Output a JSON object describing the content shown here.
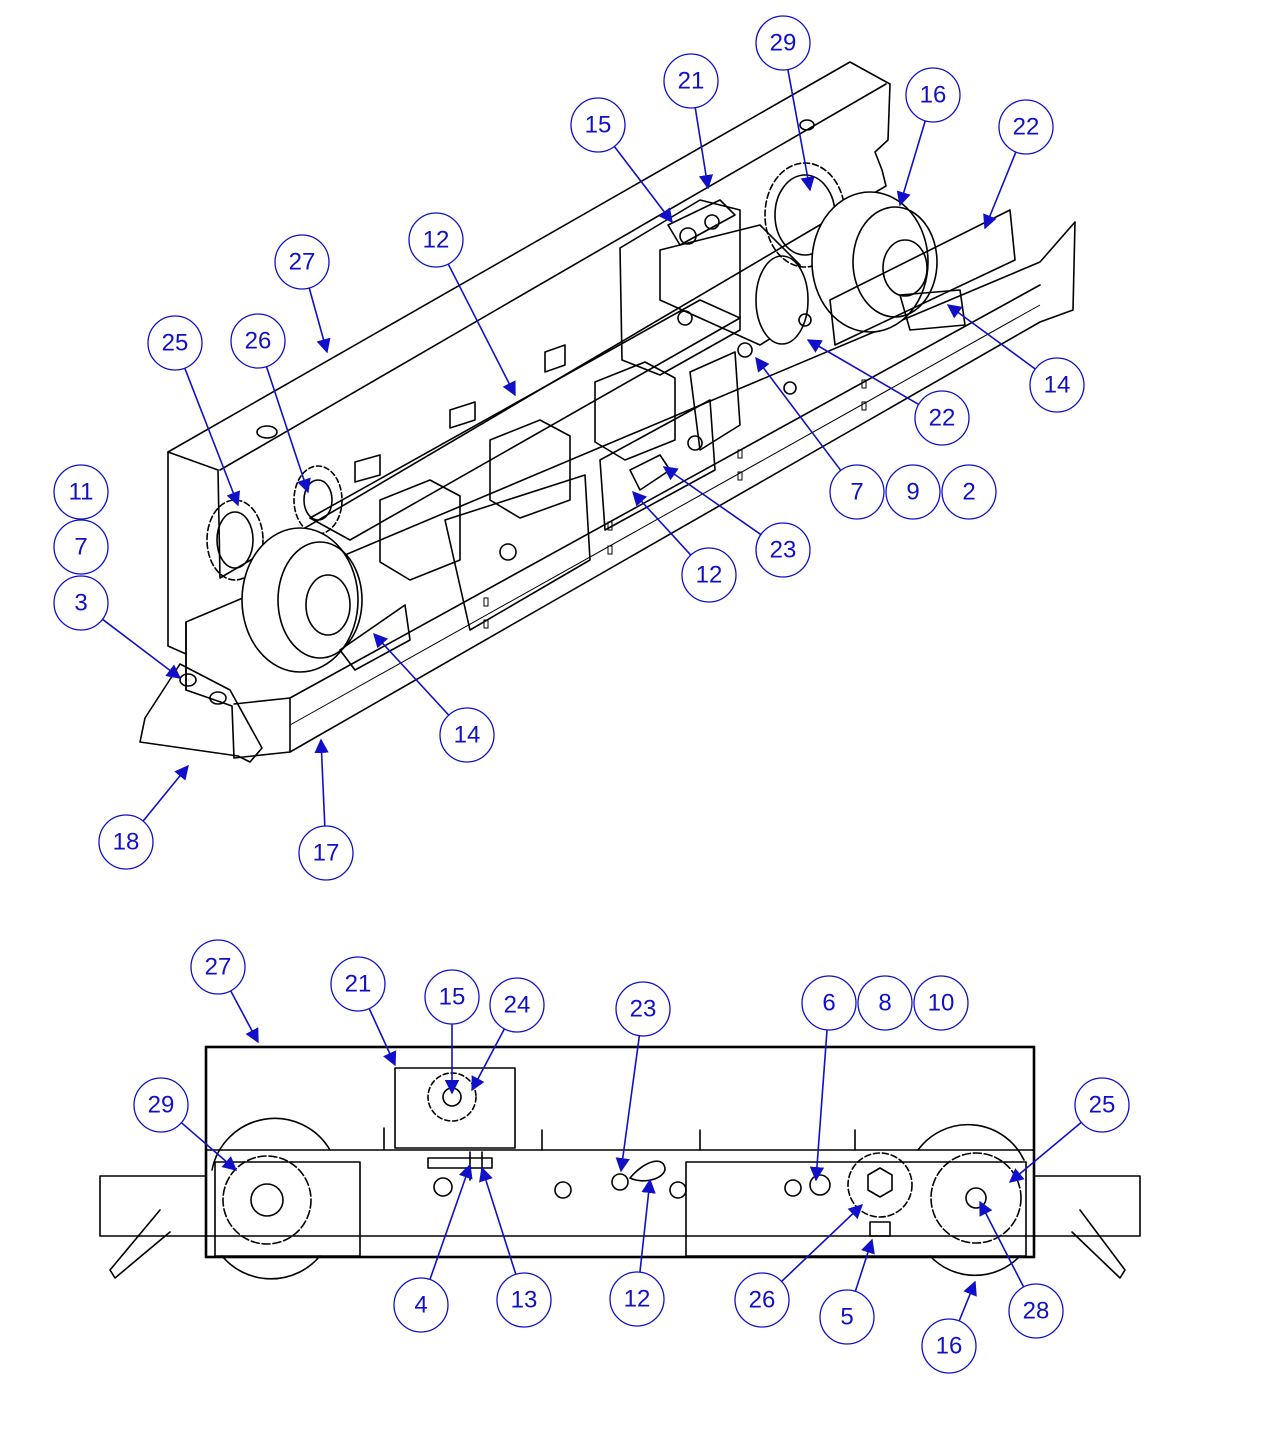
{
  "figure": {
    "iso_view": {
      "callouts": [
        {
          "id": "c-iso-29",
          "label": "29"
        },
        {
          "id": "c-iso-21",
          "label": "21"
        },
        {
          "id": "c-iso-16",
          "label": "16"
        },
        {
          "id": "c-iso-15",
          "label": "15"
        },
        {
          "id": "c-iso-22a",
          "label": "22"
        },
        {
          "id": "c-iso-12a",
          "label": "12"
        },
        {
          "id": "c-iso-27",
          "label": "27"
        },
        {
          "id": "c-iso-25",
          "label": "25"
        },
        {
          "id": "c-iso-26",
          "label": "26"
        },
        {
          "id": "c-iso-14a",
          "label": "14"
        },
        {
          "id": "c-iso-22b",
          "label": "22"
        },
        {
          "id": "c-iso-11",
          "label": "11"
        },
        {
          "id": "c-iso-7a",
          "label": "7"
        },
        {
          "id": "c-iso-7b",
          "label": "7"
        },
        {
          "id": "c-iso-9",
          "label": "9"
        },
        {
          "id": "c-iso-2",
          "label": "2"
        },
        {
          "id": "c-iso-3",
          "label": "3"
        },
        {
          "id": "c-iso-23",
          "label": "23"
        },
        {
          "id": "c-iso-12b",
          "label": "12"
        },
        {
          "id": "c-iso-14b",
          "label": "14"
        },
        {
          "id": "c-iso-18",
          "label": "18"
        },
        {
          "id": "c-iso-17",
          "label": "17"
        }
      ]
    },
    "side_view": {
      "callouts": [
        {
          "id": "c-side-27",
          "label": "27"
        },
        {
          "id": "c-side-21",
          "label": "21"
        },
        {
          "id": "c-side-15",
          "label": "15"
        },
        {
          "id": "c-side-24",
          "label": "24"
        },
        {
          "id": "c-side-23",
          "label": "23"
        },
        {
          "id": "c-side-6",
          "label": "6"
        },
        {
          "id": "c-side-8",
          "label": "8"
        },
        {
          "id": "c-side-10",
          "label": "10"
        },
        {
          "id": "c-side-29",
          "label": "29"
        },
        {
          "id": "c-side-25",
          "label": "25"
        },
        {
          "id": "c-side-4",
          "label": "4"
        },
        {
          "id": "c-side-13",
          "label": "13"
        },
        {
          "id": "c-side-12",
          "label": "12"
        },
        {
          "id": "c-side-26",
          "label": "26"
        },
        {
          "id": "c-side-5",
          "label": "5"
        },
        {
          "id": "c-side-28",
          "label": "28"
        },
        {
          "id": "c-side-16",
          "label": "16"
        }
      ]
    }
  },
  "colors": {
    "callout": "#1010c8",
    "line": "#000000",
    "background": "#ffffff"
  }
}
